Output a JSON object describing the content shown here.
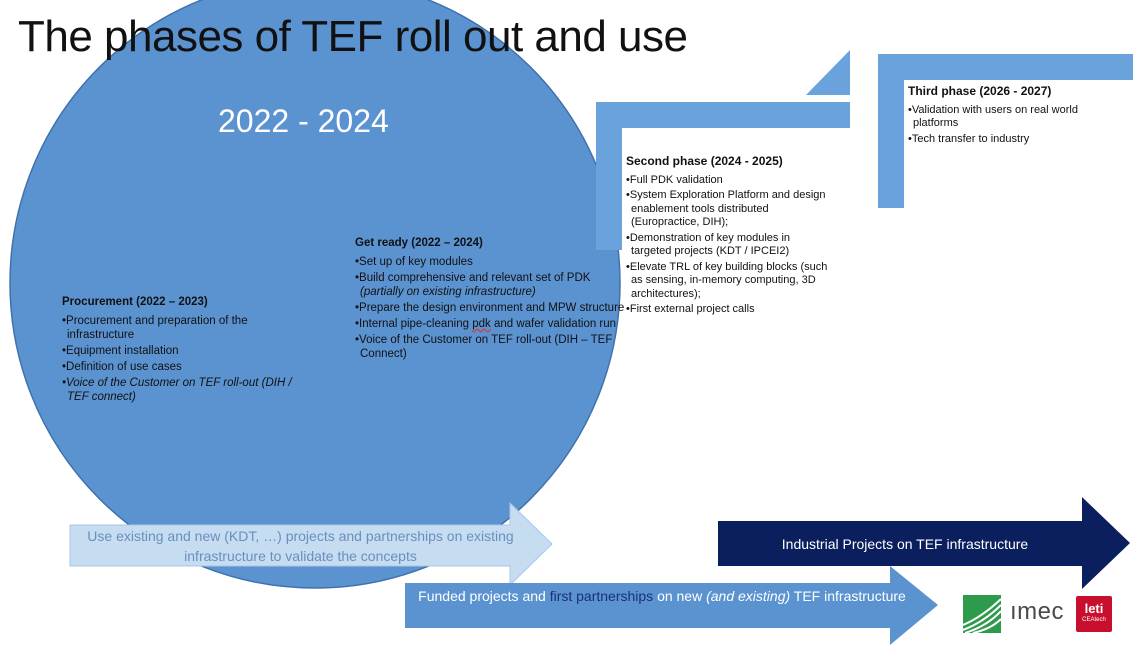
{
  "title": "The phases of TEF roll out and use",
  "years": "2022 - 2024",
  "procurement": {
    "heading": "Procurement (2022 – 2023)",
    "items": [
      "Procurement and preparation of the infrastructure",
      "Equipment installation",
      "Definition of use cases",
      "Voice of the Customer on TEF roll-out (DIH / TEF connect)"
    ]
  },
  "get_ready": {
    "heading": "Get ready (2022 – 2024)",
    "items": [
      "Set up of key modules",
      "Build comprehensive and relevant set of PDK",
      "(partially on existing infrastructure)",
      "Prepare the design environment and MPW structure",
      "Internal pipe-cleaning",
      "pdk",
      "and wafer validation run",
      "Voice of the Customer on TEF roll-out (DIH – TEF Connect)"
    ]
  },
  "second_phase": {
    "heading": "Second phase (2024 - 2025)",
    "items": [
      "Full PDK validation",
      "System Exploration Platform and design enablement tools distributed (Europractice, DIH);",
      "Demonstration of key modules in targeted projects (KDT / IPCEI2)",
      "Elevate TRL of key building blocks (such as sensing, in-memory computing, 3D architectures);",
      "First external project calls"
    ]
  },
  "third_phase": {
    "heading": "Third phase (2026 - 2027)",
    "items": [
      "Validation with users on real world platforms",
      "Tech transfer to industry"
    ]
  },
  "arrows": {
    "existing_text": "Use existing and new (KDT, …) projects and partnerships on existing infrastructure to validate the concepts",
    "funded_part1": "Funded projects and",
    "funded_part2": "first partnerships",
    "funded_part3": "on new",
    "funded_part4": "(and existing)",
    "funded_part5": "TEF infrastructure",
    "industrial_text": "Industrial Projects  on TEF infrastructure"
  },
  "logos": {
    "imec": "ımec",
    "leti": "leti",
    "leti_sub": "CEAtech"
  },
  "colors": {
    "circle": "#5b93d1",
    "circle_border": "#3f72ad",
    "step_arrow": "#6aa3dc",
    "light_arrow": "#c5dcf1",
    "light_arrow_text": "#6a8fbd",
    "mid_arrow": "#5b93d1",
    "dark_arrow": "#0b1f5e",
    "logo_green": "#2e9a4c",
    "leti_red": "#c8102e"
  }
}
